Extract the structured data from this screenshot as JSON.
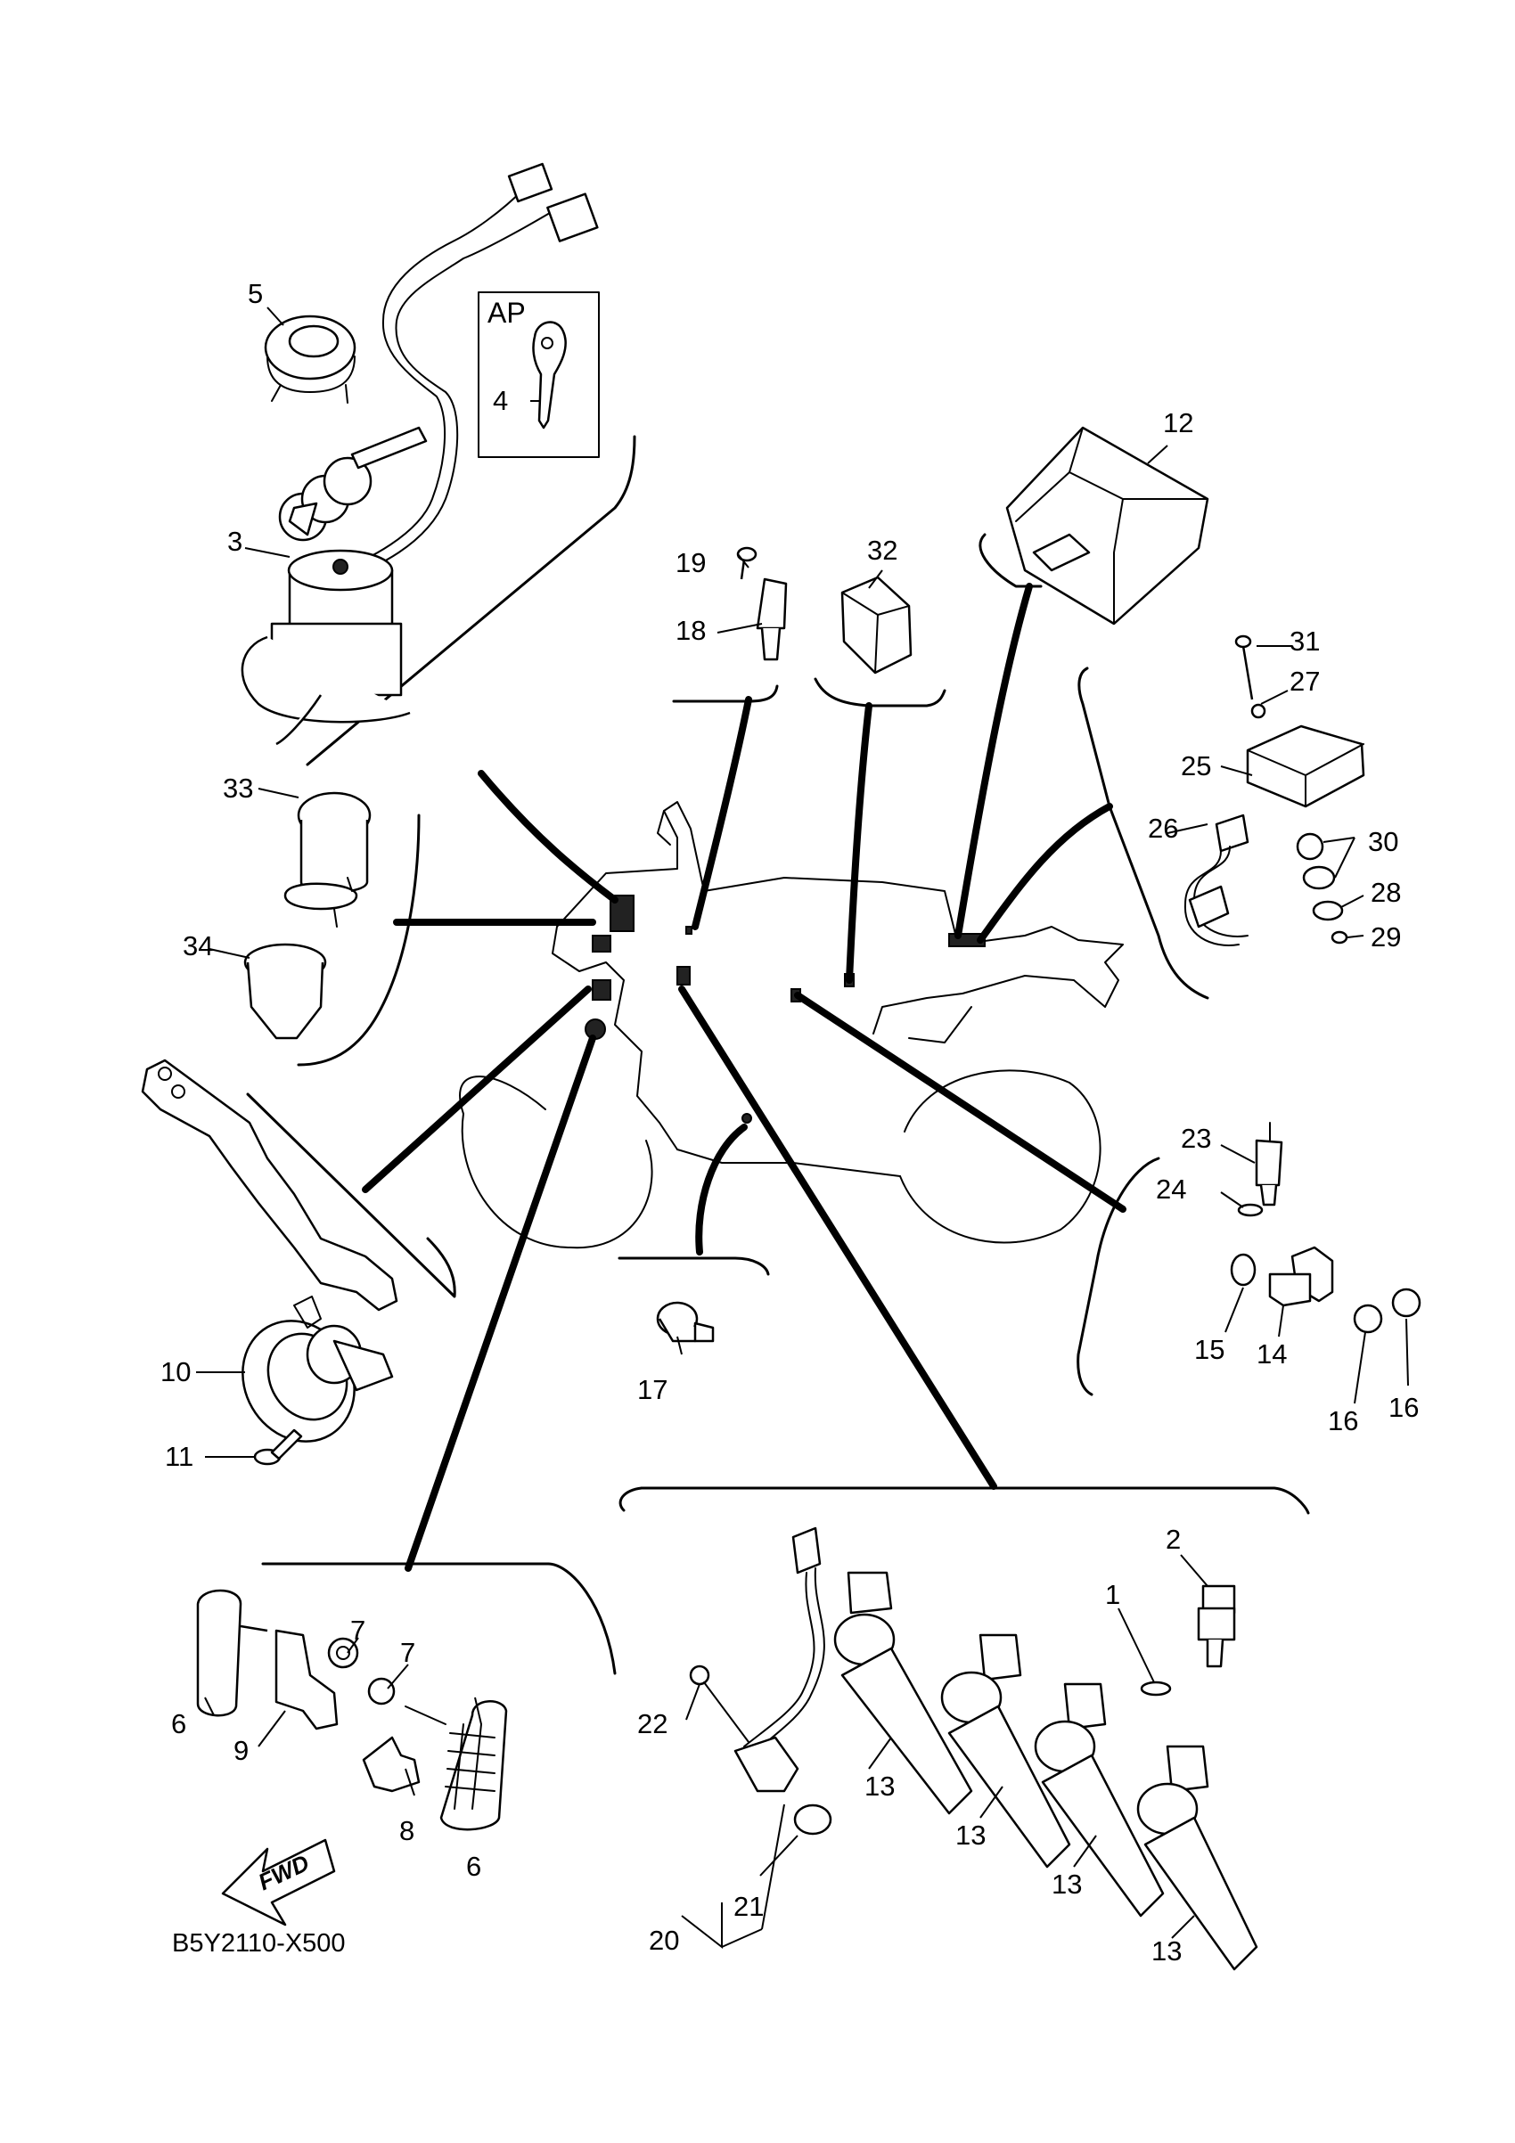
{
  "diagram": {
    "code": "B5Y2110-X500",
    "ap_label": "AP",
    "fwd_label": "FWD",
    "callouts": [
      "1",
      "2",
      "3",
      "4",
      "5",
      "6",
      "6",
      "7",
      "7",
      "8",
      "9",
      "10",
      "11",
      "12",
      "13",
      "13",
      "13",
      "13",
      "14",
      "15",
      "16",
      "16",
      "17",
      "18",
      "19",
      "20",
      "21",
      "22",
      "23",
      "24",
      "25",
      "26",
      "27",
      "28",
      "29",
      "30",
      "31",
      "32",
      "33",
      "34"
    ]
  }
}
